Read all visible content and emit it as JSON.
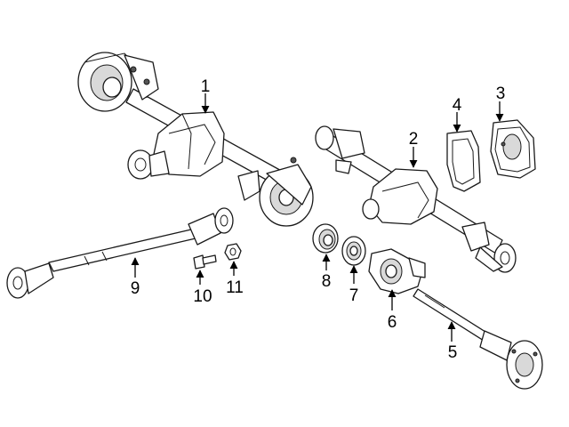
{
  "diagram": {
    "callouts": [
      {
        "id": "1",
        "label": "1"
      },
      {
        "id": "2",
        "label": "2"
      },
      {
        "id": "3",
        "label": "3"
      },
      {
        "id": "4",
        "label": "4"
      },
      {
        "id": "5",
        "label": "5"
      },
      {
        "id": "6",
        "label": "6"
      },
      {
        "id": "7",
        "label": "7"
      },
      {
        "id": "8",
        "label": "8"
      },
      {
        "id": "9",
        "label": "9"
      },
      {
        "id": "10",
        "label": "10"
      },
      {
        "id": "11",
        "label": "11"
      }
    ],
    "colors": {
      "line": "#1a1a1a",
      "background": "#ffffff",
      "shade": "#d9d9d9"
    }
  }
}
